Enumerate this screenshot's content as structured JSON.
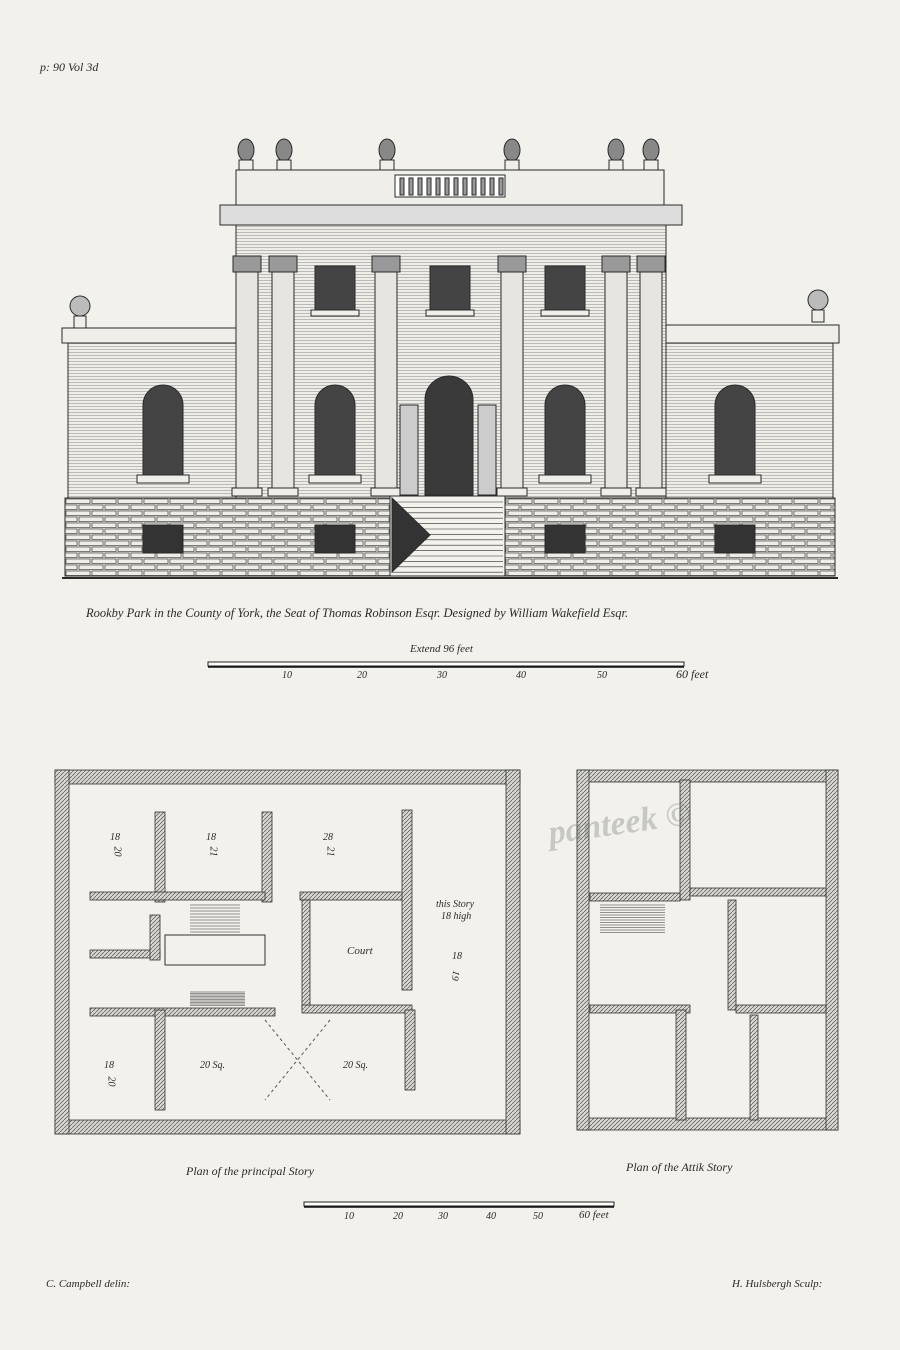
{
  "plate_reference": "p: 90 Vol 3d",
  "title_caption": "Rookby Park in the County of York, the Seat of Thomas Robinson Esqr. Designed by William Wakefield Esqr.",
  "elevation_scale": {
    "label": "Extend 96 feet",
    "ticks": [
      "10",
      "20",
      "30",
      "40",
      "50",
      "60 feet"
    ]
  },
  "principal_plan": {
    "caption": "Plan of the principal Story",
    "room_labels": [
      "18",
      "20",
      "18",
      "21",
      "28",
      "21",
      "Court",
      "this Story",
      "18 high",
      "18",
      "19",
      "18",
      "20",
      "20 Sq.",
      "20 Sq."
    ]
  },
  "attik_plan": {
    "caption": "Plan of the Attik Story"
  },
  "plan_scale": {
    "ticks": [
      "10",
      "20",
      "30",
      "40",
      "50",
      "60 feet"
    ]
  },
  "credits": {
    "delineator": "C. Campbell delin:",
    "engraver": "H. Hulsbergh Sculp:"
  },
  "watermark": "panteek ©",
  "colors": {
    "paper": "#f2f1ec",
    "ink": "#2a2a2a",
    "wall_fill": "#a9a9a9"
  }
}
